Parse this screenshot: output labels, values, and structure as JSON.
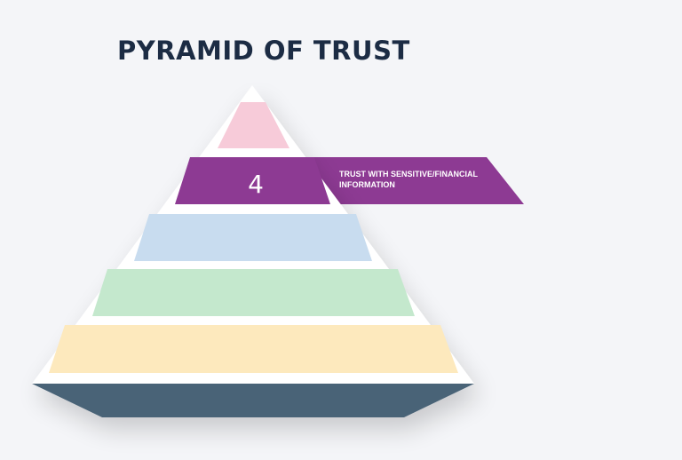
{
  "title": "PYRAMID OF TRUST",
  "pyramid": {
    "levels": [
      {
        "name": "level-1",
        "number": "",
        "label": "",
        "color": "#fde9bd"
      },
      {
        "name": "level-2",
        "number": "",
        "label": "",
        "color": "#c4e8cd"
      },
      {
        "name": "level-3",
        "number": "",
        "label": "",
        "color": "#c8dcef"
      },
      {
        "name": "level-4",
        "number": "4",
        "label": "TRUST WITH SENSITIVE/FINANCIAL INFORMATION",
        "color": "#8d3a93"
      },
      {
        "name": "level-5",
        "number": "",
        "label": "",
        "color": "#f7cbd9"
      }
    ],
    "outline_color": "#ffffff",
    "base_color": "#4a6377",
    "number_color": "#ffffff"
  }
}
